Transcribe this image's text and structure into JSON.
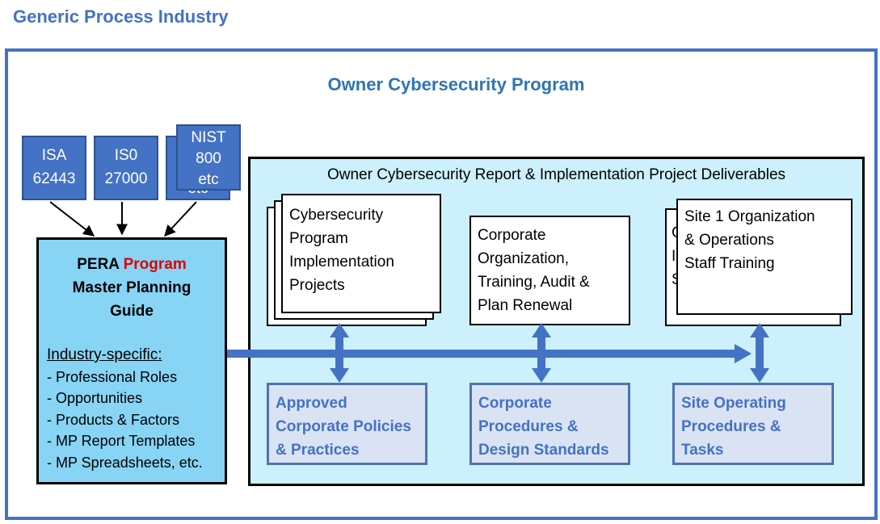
{
  "header": {
    "title": "Generic Process Industry"
  },
  "program": {
    "title": "Owner Cybersecurity Program"
  },
  "standards": [
    {
      "line1": "ISA",
      "line2": "62443"
    },
    {
      "line1": "IS0",
      "line2": "27000"
    },
    {
      "line1": "NIST",
      "line2": "800",
      "line3": "etc",
      "shadow": "etc"
    }
  ],
  "pera": {
    "title_part1": "PERA",
    "title_accent": "Program",
    "title_line2": "Master Planning",
    "title_line3": "Guide",
    "list_heading": "Industry-specific:",
    "items": [
      "- Professional Roles",
      "- Opportunities",
      "- Products & Factors",
      "- MP Report Templates",
      "- MP Spreadsheets, etc."
    ]
  },
  "deliverables": {
    "title": "Owner Cybersecurity Report & Implementation Project Deliverables",
    "cards": [
      {
        "lines": [
          "Cybersecurity",
          "Program",
          "Implementation",
          "Projects"
        ]
      },
      {
        "lines": [
          "Corporate",
          "Organization,",
          "Training, Audit &",
          "Plan Renewal"
        ]
      },
      {
        "lines": [
          "Site 1 Organization",
          "& Operations",
          "Staff Training"
        ]
      }
    ],
    "site_card_peek": [
      "C",
      "I",
      "S"
    ],
    "outputs": [
      {
        "lines": [
          "Approved",
          "Corporate Policies",
          "& Practices"
        ]
      },
      {
        "lines": [
          "Corporate",
          "Procedures &",
          "Design Standards"
        ]
      },
      {
        "lines": [
          "Site Operating",
          "Procedures &",
          "Tasks"
        ]
      }
    ]
  },
  "colors": {
    "accent_blue": "#4472c4",
    "light_blue_fill": "#87d4f5",
    "pale_blue_fill": "#ccf0fc",
    "output_fill": "#dae3f3",
    "program_red": "#e00000"
  }
}
